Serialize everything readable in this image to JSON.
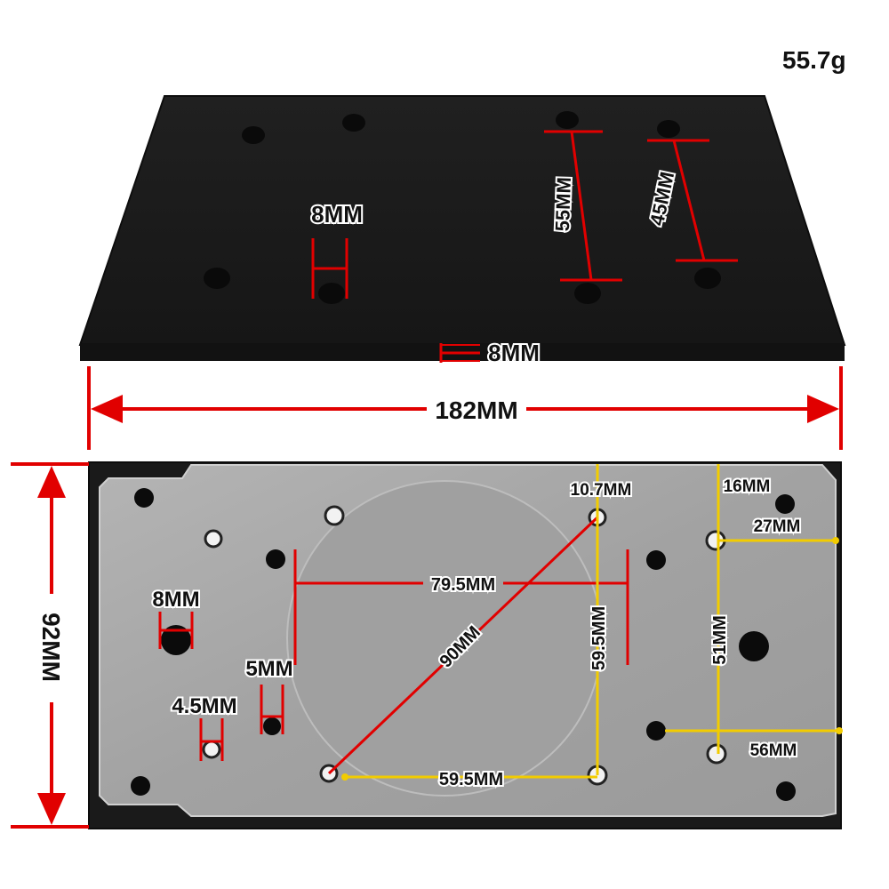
{
  "weight": "55.7g",
  "colors": {
    "dimension": "#e10000",
    "hole_spacing": "#f2cc00",
    "foam": "#1b1b1b",
    "plate": "#a7a7a7"
  },
  "top_view": {
    "hole_diameter": "8MM",
    "thickness": "8MM",
    "hole_spacing_a": "55MM",
    "hole_spacing_b": "45MM",
    "length": "182MM"
  },
  "bottom_view": {
    "width": "92MM",
    "big_hole": "8MM",
    "hole_5": "5MM",
    "hole_4_5": "4.5MM",
    "span_79_5": "79.5MM",
    "diagonal": "90MM",
    "vertical_59_5": "59.5MM",
    "horizontal_59_5": "59.5MM",
    "edge_10_7": "10.7MM",
    "edge_16": "16MM",
    "edge_27": "27MM",
    "span_51": "51MM",
    "edge_56": "56MM"
  }
}
